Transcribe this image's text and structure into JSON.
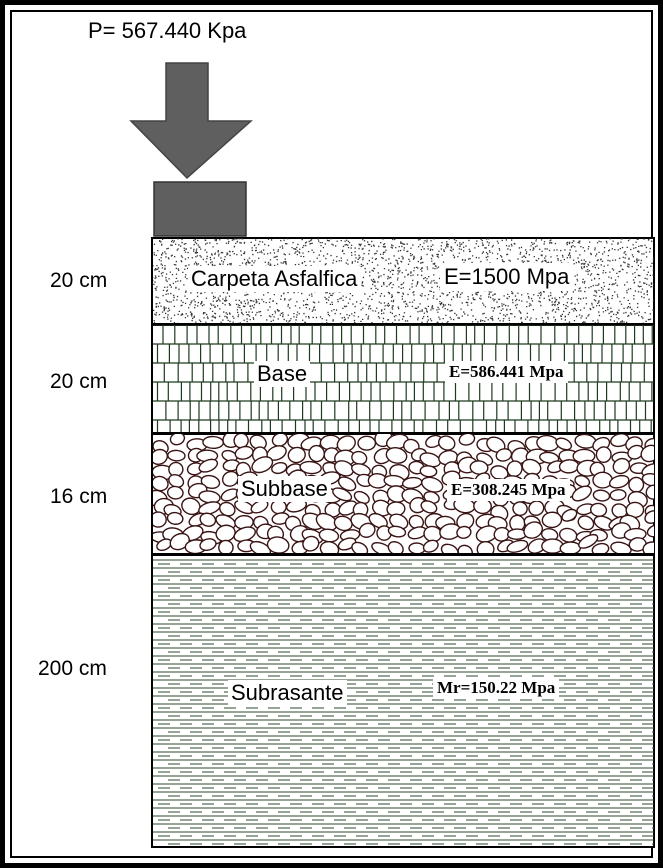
{
  "load": {
    "text": "P= 567.440 Kpa"
  },
  "layers": [
    {
      "name": "Carpeta Asfalfica",
      "modulus": "E=1500 Mpa",
      "thickness": "20 cm"
    },
    {
      "name": "Base",
      "modulus": "E=586.441 Mpa",
      "thickness": "20 cm"
    },
    {
      "name": "Subbase",
      "modulus": "E=308.245 Mpa",
      "thickness": "16 cm"
    },
    {
      "name": "Subrasante",
      "modulus": "Mr=150.22 Mpa",
      "thickness": "200 cm"
    }
  ],
  "colors": {
    "arrow": "#5f5f5f",
    "plate": "#5f5f5f",
    "base_lines": "#1e3a1e",
    "subbase_stones": "#3a1414",
    "subrasante_lines": "#2d4a2d"
  }
}
